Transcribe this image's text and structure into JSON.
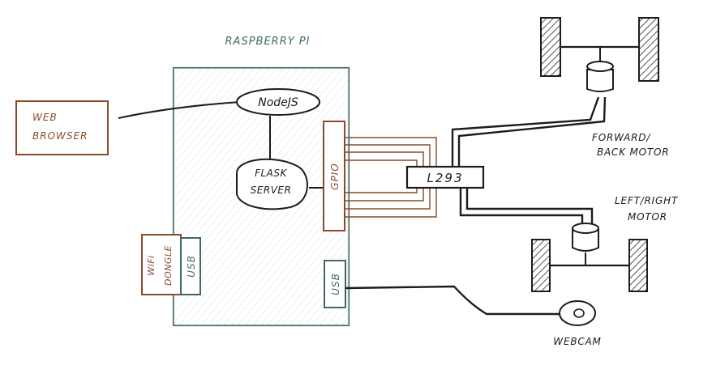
{
  "title": "RASPBERRY PI",
  "nodes": {
    "web_browser": [
      "WEB",
      "BROWSER"
    ],
    "nodejs": "NodeJS",
    "flask": [
      "FLASK",
      "SERVER"
    ],
    "gpio": "GPIO",
    "wifi": [
      "WiFi",
      "DONGLE"
    ],
    "usb_left": "USB",
    "usb_right": "USB",
    "l293": "L293",
    "fb_motor": [
      "FORWARD/",
      "BACK MOTOR"
    ],
    "lr_motor": [
      "LEFT/RIGHT",
      "MOTOR"
    ],
    "webcam": "WEBCAM"
  },
  "colors": {
    "pi": "#3f6a5f",
    "brown": "#8a4a2e",
    "brown_light": "#b8866a",
    "ink": "#1c1c1c",
    "hatch": "#9db3ac"
  }
}
